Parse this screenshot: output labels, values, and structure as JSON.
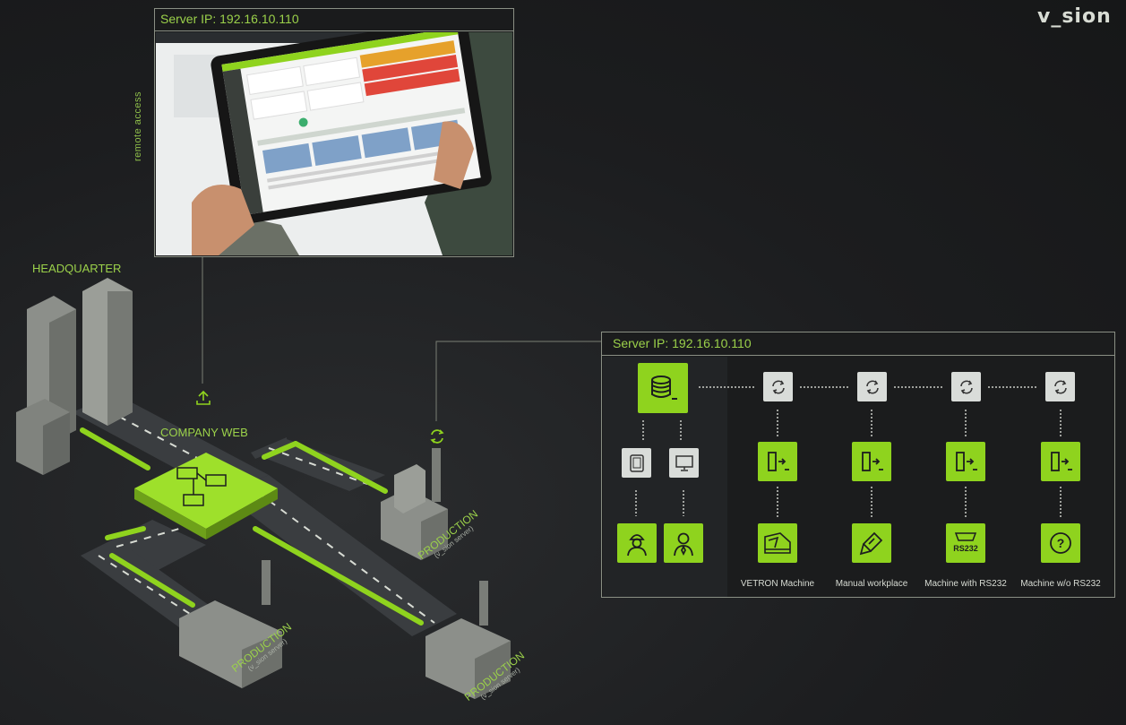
{
  "brand": {
    "logo_text": "v_sion"
  },
  "remote": {
    "server_ip": "Server IP: 192.16.10.110",
    "side_label": "remote access"
  },
  "map": {
    "headquarter": "HEADQUARTER",
    "company_web": "COMPANY WEB",
    "productions": [
      {
        "label": "PRODUCTION",
        "sub": "(v_sion server)"
      },
      {
        "label": "PRODUCTION",
        "sub": "(v_sion server)"
      },
      {
        "label": "PRODUCTION",
        "sub": "(v_sion server)"
      }
    ]
  },
  "server": {
    "server_ip": "Server IP: 192.16.10.110",
    "machines": [
      {
        "caption": "VETRON Machine",
        "icon": "vetron-machine-icon"
      },
      {
        "caption": "Manual workplace",
        "icon": "glue-gun-icon"
      },
      {
        "caption": "Machine with RS232",
        "icon": "rs232-icon",
        "badge": "RS232"
      },
      {
        "caption": "Machine w/o RS232",
        "icon": "question-icon",
        "badge": "?"
      }
    ]
  },
  "colors": {
    "accent": "#8fd31e",
    "background": "#1c1d1f",
    "line": "#8a8f84"
  }
}
